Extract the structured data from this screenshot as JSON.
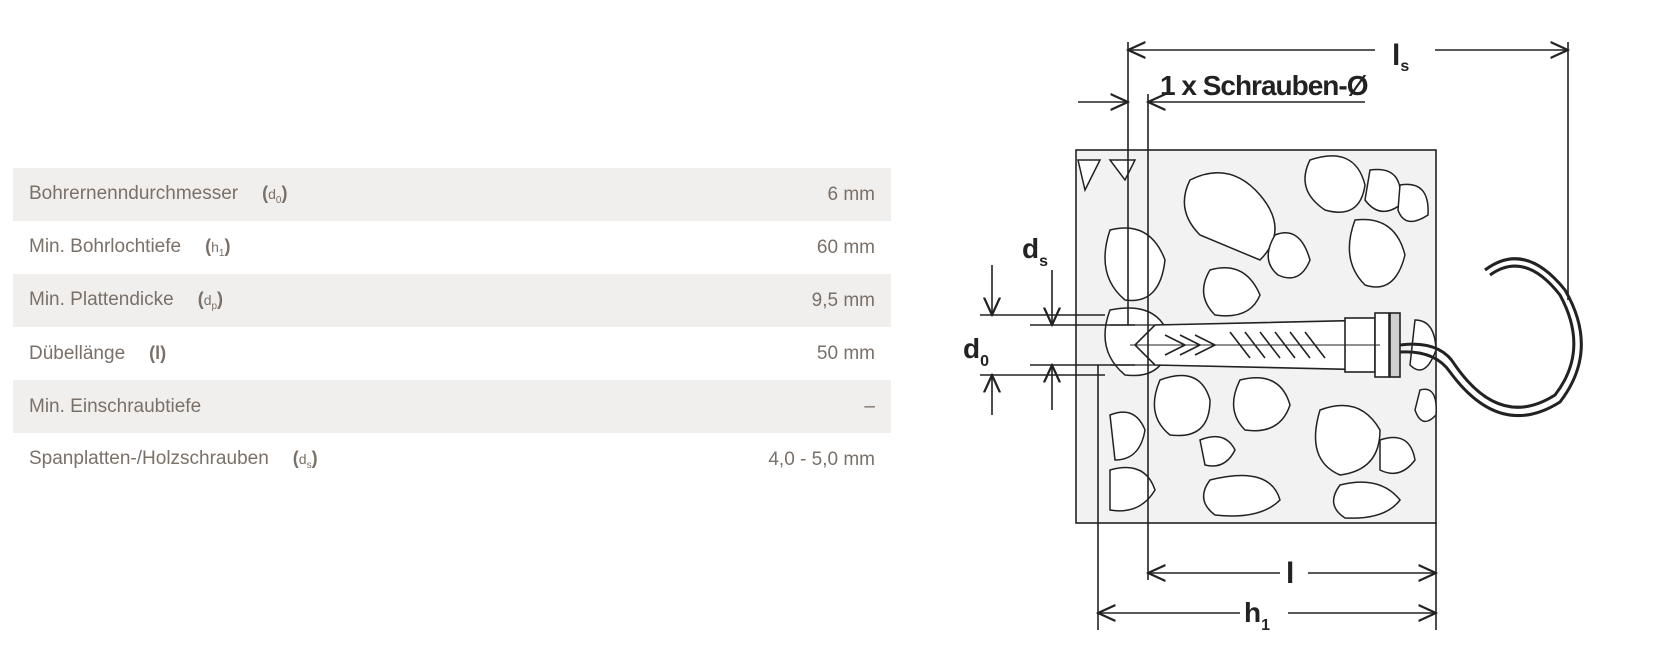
{
  "specs": [
    {
      "label": "Bohrernenndurchmesser",
      "symbol": "d",
      "subscript": "0",
      "value": "6 mm"
    },
    {
      "label": "Min. Bohrlochtiefe",
      "symbol": "h",
      "subscript": "1",
      "value": "60 mm"
    },
    {
      "label": "Min. Plattendicke",
      "symbol": "d",
      "subscript": "p",
      "value": "9,5 mm"
    },
    {
      "label": "Dübellänge",
      "symbol": "l",
      "subscript": "",
      "value": "50 mm"
    },
    {
      "label": "Min. Einschraubtiefe",
      "symbol": "",
      "subscript": "",
      "value": "–"
    },
    {
      "label": "Spanplatten-/Holzschrauben",
      "symbol": "d",
      "subscript": "s",
      "value": "4,0 - 5,0 mm"
    }
  ],
  "drawing": {
    "ls": {
      "main": "l",
      "sub": "s"
    },
    "screw": "1 x Schrauben-Ø",
    "ds": {
      "main": "d",
      "sub": "s"
    },
    "d0": {
      "main": "d",
      "sub": "0"
    },
    "l": {
      "main": "l",
      "sub": ""
    },
    "h1": {
      "main": "h",
      "sub": "1"
    }
  }
}
